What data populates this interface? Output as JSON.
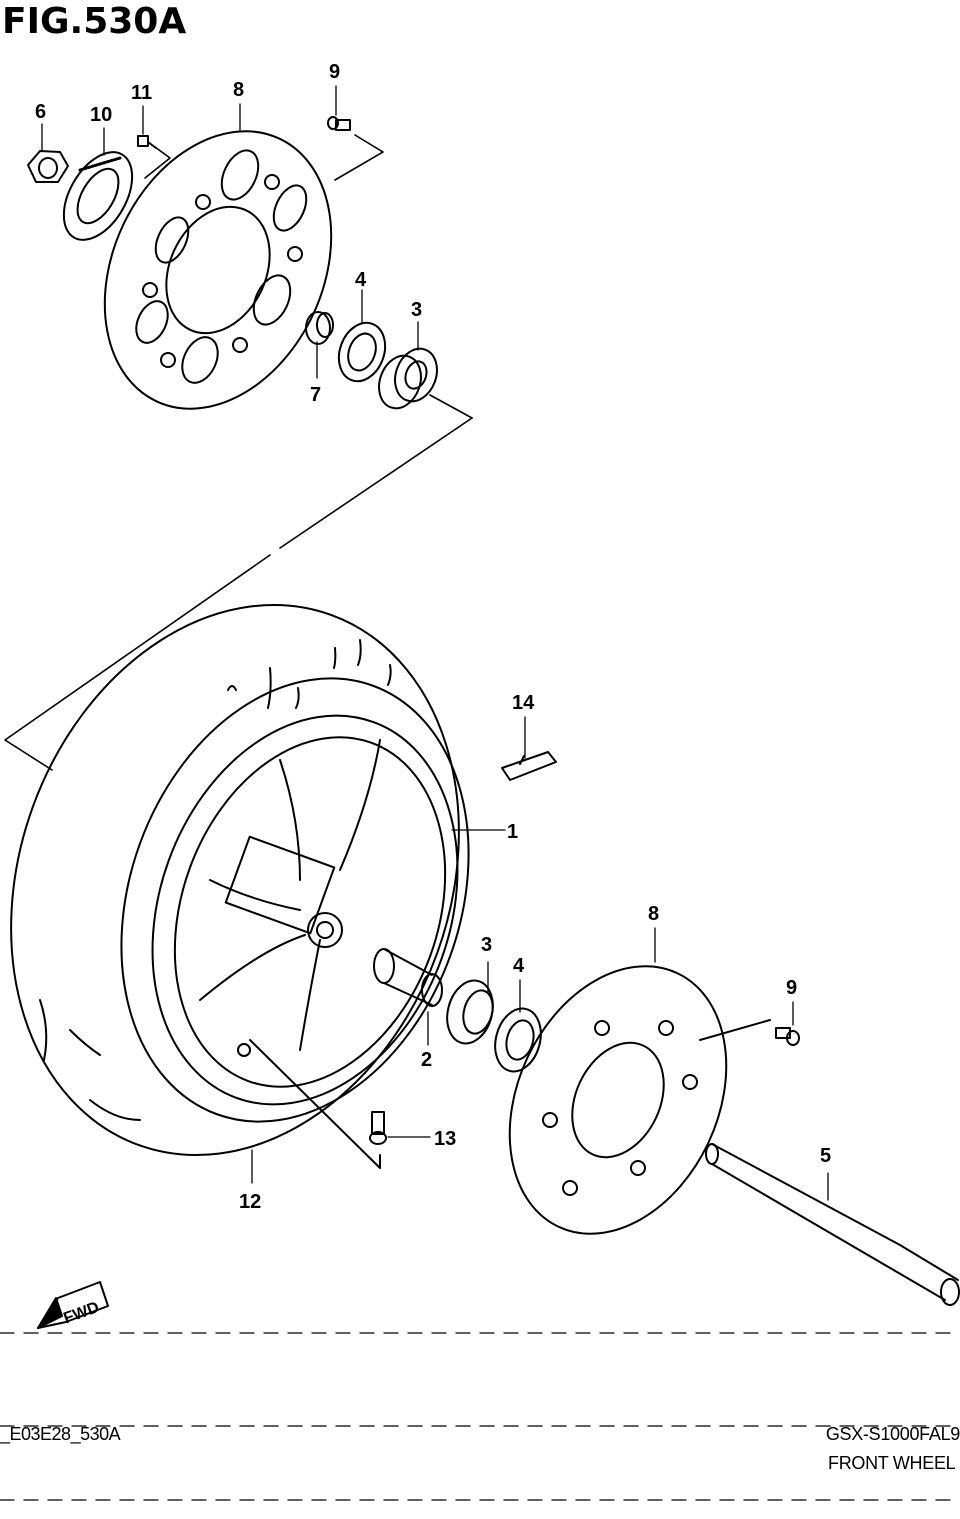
{
  "figure": {
    "title": "FIG.530A"
  },
  "callouts": {
    "c1": "1",
    "c2": "2",
    "c3a": "3",
    "c3b": "3",
    "c4a": "4",
    "c4b": "4",
    "c5": "5",
    "c6": "6",
    "c7": "7",
    "c8a": "8",
    "c8b": "8",
    "c9a": "9",
    "c9b": "9",
    "c10": "10",
    "c11": "11",
    "c12": "12",
    "c13": "13",
    "c14": "14"
  },
  "fwd_label": "FWD",
  "footer": {
    "code": "_E03E28_530A",
    "model": "GSX-S1000FAL9",
    "name": "FRONT WHEEL"
  }
}
